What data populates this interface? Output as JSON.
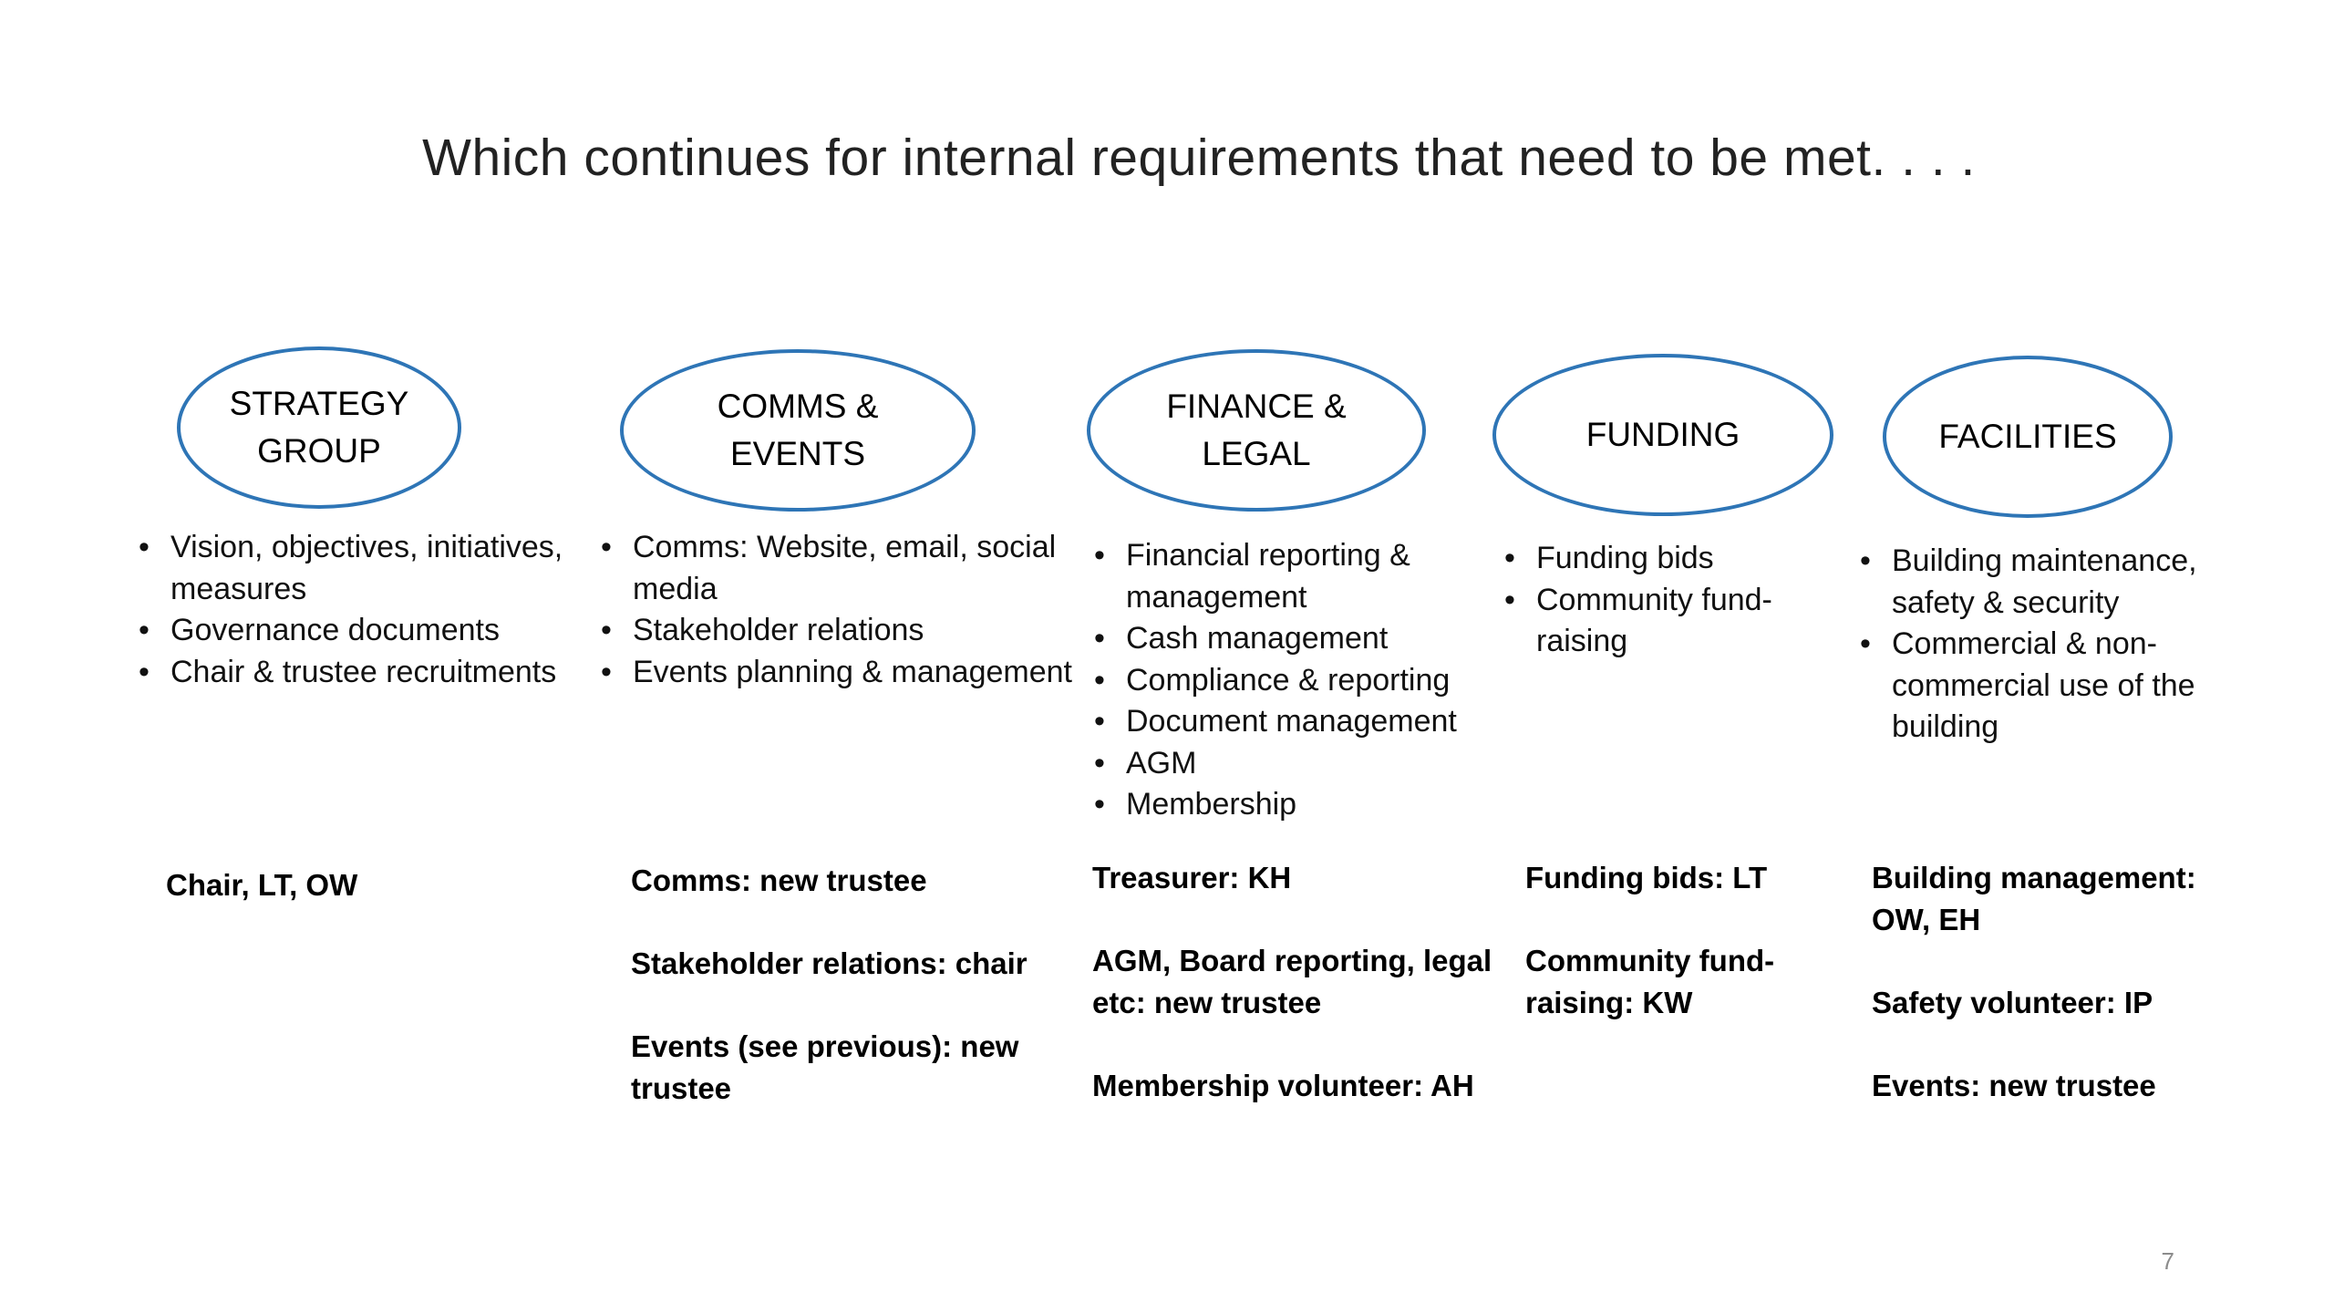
{
  "slide": {
    "title": "Which continues for internal requirements that need to be met. . . .",
    "page_number": "7",
    "accent_color": "#2E75B6"
  },
  "columns": [
    {
      "heading": "STRATEGY\nGROUP",
      "bullets": [
        "Vision, objectives, initiatives, measures",
        "Governance documents",
        "Chair & trustee recruitments"
      ],
      "owners": [
        "Chair, LT, OW"
      ]
    },
    {
      "heading": "COMMS &\nEVENTS",
      "bullets": [
        "Comms: Website, email, social media",
        "Stakeholder relations",
        "Events planning & management"
      ],
      "owners": [
        "Comms: new trustee",
        "Stakeholder relations: chair",
        "Events (see previous): new trustee"
      ]
    },
    {
      "heading": "FINANCE &\nLEGAL",
      "bullets": [
        "Financial reporting & management",
        "Cash management",
        "Compliance & reporting",
        "Document management",
        "AGM",
        "Membership"
      ],
      "owners": [
        "Treasurer: KH",
        "AGM, Board reporting, legal etc: new trustee",
        "Membership volunteer: AH"
      ]
    },
    {
      "heading": "FUNDING",
      "bullets": [
        "Funding bids",
        "Community fund-raising"
      ],
      "owners": [
        "Funding bids: LT",
        "Community fund-raising: KW"
      ]
    },
    {
      "heading": "FACILITIES",
      "bullets": [
        "Building maintenance, safety & security",
        "Commercial & non-commercial use of the building"
      ],
      "owners": [
        "Building management: OW, EH",
        "Safety volunteer: IP",
        "Events: new trustee"
      ]
    }
  ]
}
